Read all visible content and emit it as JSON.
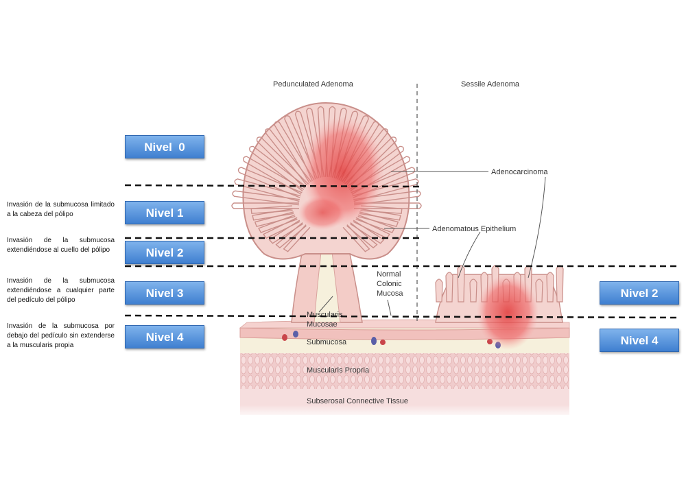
{
  "titles": {
    "pedunculated": "Pedunculated Adenoma",
    "sessile": "Sessile Adenoma"
  },
  "labels": {
    "adenocarcinoma": "Adenocarcinoma",
    "adenomatous_epithelium": "Adenomatous Epithelium",
    "normal_mucosa": [
      "Normal",
      "Colonic",
      "Mucosa"
    ],
    "muscularis_mucosae": [
      "Muscularis",
      "Mucosae"
    ],
    "submucosa": "Submucosa",
    "muscularis_propria": "Muscularis Propria",
    "subserosal": "Subserosal Connective Tissue"
  },
  "levels_left": [
    {
      "label": "Nivel  0"
    },
    {
      "label": "Nivel 1"
    },
    {
      "label": "Nivel 2"
    },
    {
      "label": "Nivel 3"
    },
    {
      "label": "Nivel 4"
    }
  ],
  "levels_right": [
    {
      "label": "Nivel 2"
    },
    {
      "label": "Nivel 4"
    }
  ],
  "descriptions": [
    "Invasión de la submucosa limitado a la cabeza del pólipo",
    "Invasión de la submucosa extendiéndose al cuello del pólipo",
    "Invasión de la submucosa extendiéndose a cualquier parte del pedículo del pólipo",
    "Invasión de la submucosa por debajo del pedículo sin extenderse a la muscularis propia"
  ],
  "colors": {
    "button": "#4a88d8",
    "tumor": "#e04848",
    "tissue": "#f2c4c0",
    "muscle": "#f0cfcf",
    "submucosa": "#f6f0dc",
    "dashed_line": "#111111"
  }
}
